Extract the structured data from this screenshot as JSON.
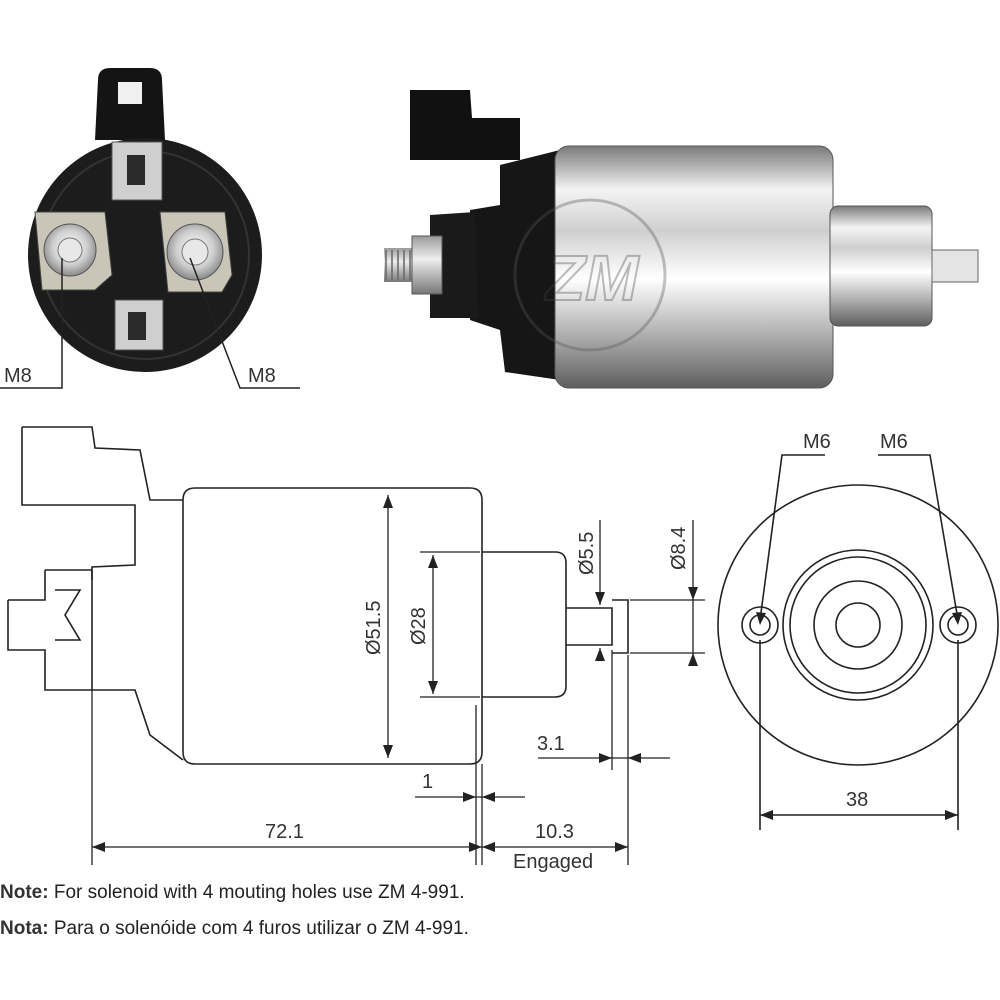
{
  "labels": {
    "terminal_left": "M8",
    "terminal_right": "M8",
    "mount_hole_left": "M6",
    "mount_hole_right": "M6",
    "body_diameter": "Ø51.5",
    "plunger_housing_diameter": "Ø28",
    "plunger_tip_diameter": "Ø5.5",
    "plunger_diameter": "Ø8.4",
    "dim_3_1": "3.1",
    "dim_1": "1",
    "dim_72_1": "72.1",
    "dim_10_3": "10.3",
    "engaged": "Engaged",
    "dim_38": "38"
  },
  "watermark": "ZM",
  "notes": [
    {
      "label": "Note:",
      "text": "For solenoid with 4 mouting holes use ZM 4-991."
    },
    {
      "label": "Nota:",
      "text": "Para o solenóide com 4 furos utilizar o ZM 4-991."
    }
  ],
  "colors": {
    "line": "#222222",
    "body_dark": "#1a1a1a",
    "metal_light": "#e8e8e8",
    "metal_dark": "#8a8a8a"
  }
}
